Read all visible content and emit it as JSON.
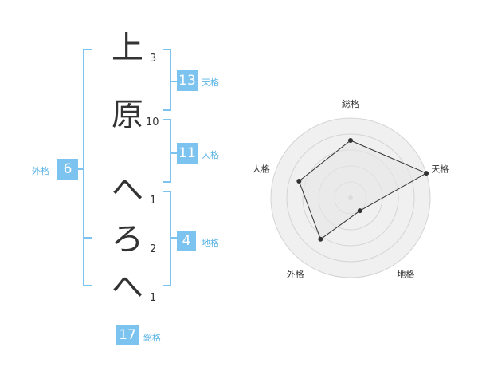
{
  "name": {
    "chars": [
      {
        "char": "上",
        "strokes": "3"
      },
      {
        "char": "原",
        "strokes": "10"
      },
      {
        "char": "へ",
        "strokes": "1"
      },
      {
        "char": "ろ",
        "strokes": "2"
      },
      {
        "char": "へ",
        "strokes": "1"
      }
    ]
  },
  "fortune": {
    "tenkaku": {
      "value": "13",
      "label": "天格"
    },
    "jinkaku": {
      "value": "11",
      "label": "人格"
    },
    "chikaku": {
      "value": "4",
      "label": "地格"
    },
    "gaikaku": {
      "value": "6",
      "label": "外格"
    },
    "soukaku": {
      "value": "17",
      "label": "総格"
    }
  },
  "colors": {
    "accent": "#7cc3ef",
    "label": "#5ab4e6",
    "text": "#333333"
  },
  "chart_data": {
    "type": "radar",
    "categories": [
      "総格",
      "天格",
      "地格",
      "外格",
      "人格"
    ],
    "values": [
      3.6,
      5,
      1,
      3.2,
      3.4
    ],
    "rmax": 5,
    "rings": 5
  }
}
